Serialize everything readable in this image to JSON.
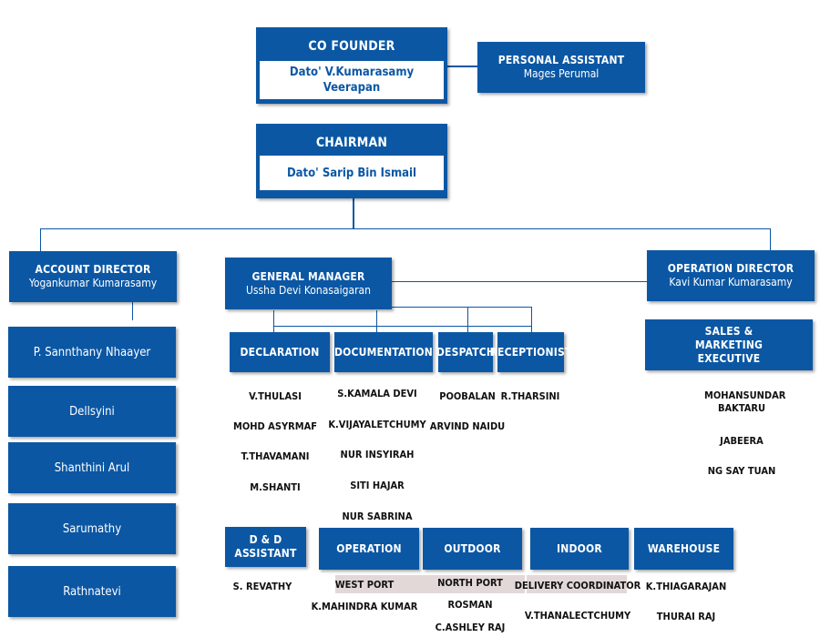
{
  "co_founder": {
    "title": "CO FOUNDER",
    "name": "Dato' V.Kumarasamy Veerapan"
  },
  "personal_assistant": {
    "title": "PERSONAL ASSISTANT",
    "name": "Mages Perumal"
  },
  "chairman": {
    "title": "CHAIRMAN",
    "name": "Dato' Sarip Bin Ismail"
  },
  "account_director": {
    "title": "ACCOUNT DIRECTOR",
    "name": "Yogankumar Kumarasamy"
  },
  "general_manager": {
    "title": "GENERAL MANAGER",
    "name": "Ussha Devi Konasaigaran"
  },
  "operation_director": {
    "title": "OPERATION DIRECTOR",
    "name": "Kavi Kumar Kumarasamy"
  },
  "account_staff": [
    "P. Sannthany Nhaayer",
    "Dellsyini",
    "Shanthini Arul",
    "Sarumathy",
    "Rathnatevi"
  ],
  "departments": {
    "declaration": {
      "title": "DECLARATION",
      "members": [
        "V.THULASI",
        "MOHD ASYRMAF",
        "T.THAVAMANI",
        "M.SHANTI"
      ]
    },
    "documentation": {
      "title": "DOCUMENTATION",
      "members": [
        "S.KAMALA DEVI",
        "K.VIJAYALETCHUMY",
        "NUR INSYIRAH",
        "SITI HAJAR",
        "NUR SABRINA"
      ]
    },
    "despatch": {
      "title": "DESPATCH",
      "members": [
        "POOBALAN",
        "ARVIND NAIDU"
      ]
    },
    "receptionist": {
      "title": "RECEPTIONIST",
      "members": [
        "R.THARSINI"
      ]
    }
  },
  "sales_marketing": {
    "title": "SALES & MARKETING EXECUTIVE",
    "members": [
      "MOHANSUNDAR BAKTARU",
      "JABEERA",
      "NG SAY TUAN"
    ]
  },
  "lower_units": {
    "dd_assistant": {
      "title": "D & D ASSISTANT",
      "members": [
        "S. REVATHY"
      ]
    },
    "operation": {
      "title": "OPERATION",
      "members": [
        "WEST PORT",
        "K.MAHINDRA KUMAR"
      ]
    },
    "outdoor": {
      "title": "OUTDOOR",
      "members": [
        "NORTH PORT",
        "ROSMAN",
        "C.ASHLEY RAJ"
      ]
    },
    "indoor": {
      "title": "INDOOR",
      "members": [
        "DELIVERY COORDINATOR",
        "V.THANALECTCHUMY"
      ]
    },
    "warehouse": {
      "title": "WAREHOUSE",
      "members": [
        "K.THIAGARAJAN",
        "THURAI RAJ"
      ]
    }
  },
  "colors": {
    "box": "#0b57a4",
    "highlight": "#e3d8d8"
  }
}
